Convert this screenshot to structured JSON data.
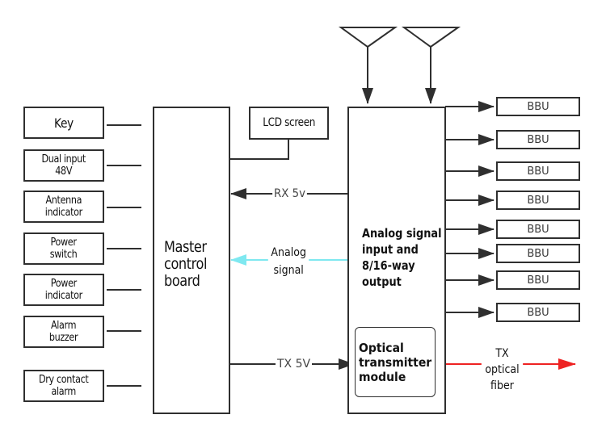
{
  "diagram": {
    "left_inputs": [
      {
        "id": "key",
        "label": "Key"
      },
      {
        "id": "dual-input",
        "label": "Dual input\n48V"
      },
      {
        "id": "antenna-indicator",
        "label": "Antenna\nindicator"
      },
      {
        "id": "power-switch",
        "label": "Power\nswitch"
      },
      {
        "id": "power-indicator",
        "label": "Power\nindicator"
      },
      {
        "id": "alarm-buzzer",
        "label": "Alarm\nbuzzer"
      },
      {
        "id": "dry-contact",
        "label": "Dry contact\nalarm"
      }
    ],
    "master_board": {
      "label": "Master\ncontrol\nboard"
    },
    "lcd": {
      "label": "LCD screen"
    },
    "analog_unit": {
      "label": "Analog signal\ninput and\n8/16-way\noutput"
    },
    "optical_module": {
      "label": "Optical\ntransmitter\nmodule"
    },
    "signals": {
      "rx": "RX 5v",
      "analog": "Analog\nsignal",
      "tx": "TX 5V",
      "fiber": "TX\noptical\nfiber"
    },
    "outputs": [
      {
        "label": "BBU"
      },
      {
        "label": "BBU"
      },
      {
        "label": "BBU"
      },
      {
        "label": "BBU"
      },
      {
        "label": "BBU"
      },
      {
        "label": "BBU"
      },
      {
        "label": "BBU"
      },
      {
        "label": "BBU"
      }
    ],
    "colors": {
      "line": "#2f2f2f",
      "analog_signal": "#7fe8f0",
      "optical_fiber": "#ee2222"
    }
  }
}
